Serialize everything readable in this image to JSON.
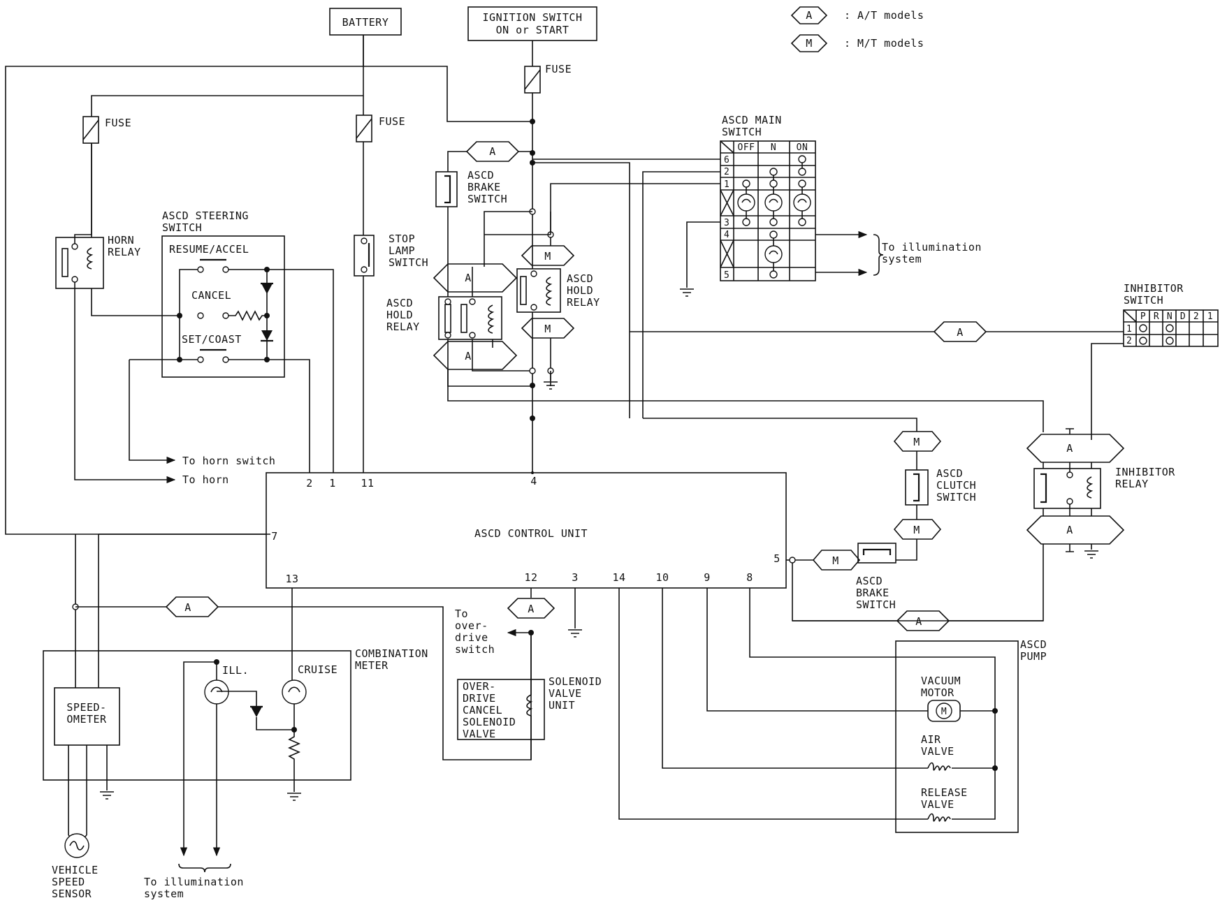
{
  "legend": {
    "a_symbol": "A",
    "a_text": ": A/T models",
    "m_symbol": "M",
    "m_text": ": M/T models"
  },
  "sources": {
    "battery": "BATTERY",
    "ignition_l1": "IGNITION SWITCH",
    "ignition_l2": "ON or START"
  },
  "fuses": {
    "fuse": "FUSE"
  },
  "horn_relay": {
    "l1": "HORN",
    "l2": "RELAY"
  },
  "steering_switch": {
    "title_l1": "ASCD STEERING",
    "title_l2": "SWITCH",
    "resume": "RESUME/ACCEL",
    "cancel": "CANCEL",
    "set": "SET/COAST"
  },
  "stop_lamp": {
    "l1": "STOP",
    "l2": "LAMP",
    "l3": "SWITCH"
  },
  "brake_switch_at": {
    "l1": "ASCD",
    "l2": "BRAKE",
    "l3": "SWITCH"
  },
  "hold_relay_left": {
    "l1": "ASCD",
    "l2": "HOLD",
    "l3": "RELAY"
  },
  "hold_relay_right": {
    "l1": "ASCD",
    "l2": "HOLD",
    "l3": "RELAY"
  },
  "main_switch": {
    "title_l1": "ASCD MAIN",
    "title_l2": "SWITCH",
    "col_off": "OFF",
    "col_n": "N",
    "col_on": "ON",
    "rows": [
      "6",
      "2",
      "1",
      "3",
      "4",
      "5"
    ]
  },
  "illumination_ref": {
    "l1": "To illumination",
    "l2": "system"
  },
  "inhibitor_switch": {
    "title_l1": "INHIBITOR",
    "title_l2": "SWITCH",
    "cols": [
      "P",
      "R",
      "N",
      "D",
      "2",
      "1"
    ],
    "rows": [
      "1",
      "2"
    ]
  },
  "inhibitor_relay": {
    "l1": "INHIBITOR",
    "l2": "RELAY"
  },
  "clutch_switch": {
    "l1": "ASCD",
    "l2": "CLUTCH",
    "l3": "SWITCH"
  },
  "brake_switch_mt": {
    "l1": "ASCD",
    "l2": "BRAKE",
    "l3": "SWITCH"
  },
  "control_unit": {
    "label": "ASCD CONTROL UNIT",
    "pins_top": [
      "2",
      "1",
      "11",
      "4"
    ],
    "pin_left": "7",
    "pin_right": "5",
    "pins_bottom": [
      "13",
      "12",
      "3",
      "14",
      "10",
      "9",
      "8"
    ]
  },
  "refs": {
    "horn_switch": "To horn switch",
    "horn": "To horn",
    "overdrive_l1": "To",
    "overdrive_l2": "over-",
    "overdrive_l3": "drive",
    "overdrive_l4": "switch"
  },
  "combination_meter": {
    "title_l1": "COMBINATION",
    "title_l2": "METER",
    "speedo_l1": "SPEED-",
    "speedo_l2": "OMETER",
    "ill": "ILL.",
    "cruise": "CRUISE"
  },
  "solenoid": {
    "title_l1": "SOLENOID",
    "title_l2": "VALVE",
    "title_l3": "UNIT",
    "box_l1": "OVER-",
    "box_l2": "DRIVE",
    "box_l3": "CANCEL",
    "box_l4": "SOLENOID",
    "box_l5": "VALVE"
  },
  "pump": {
    "title_l1": "ASCD",
    "title_l2": "PUMP",
    "vacuum_l1": "VACUUM",
    "vacuum_l2": "MOTOR",
    "air_l1": "AIR",
    "air_l2": "VALVE",
    "release_l1": "RELEASE",
    "release_l2": "VALVE",
    "motor_symbol": "M"
  },
  "vss": {
    "l1": "VEHICLE",
    "l2": "SPEED",
    "l3": "SENSOR"
  },
  "bottom_illumination": {
    "l1": "To illumination",
    "l2": "system"
  }
}
